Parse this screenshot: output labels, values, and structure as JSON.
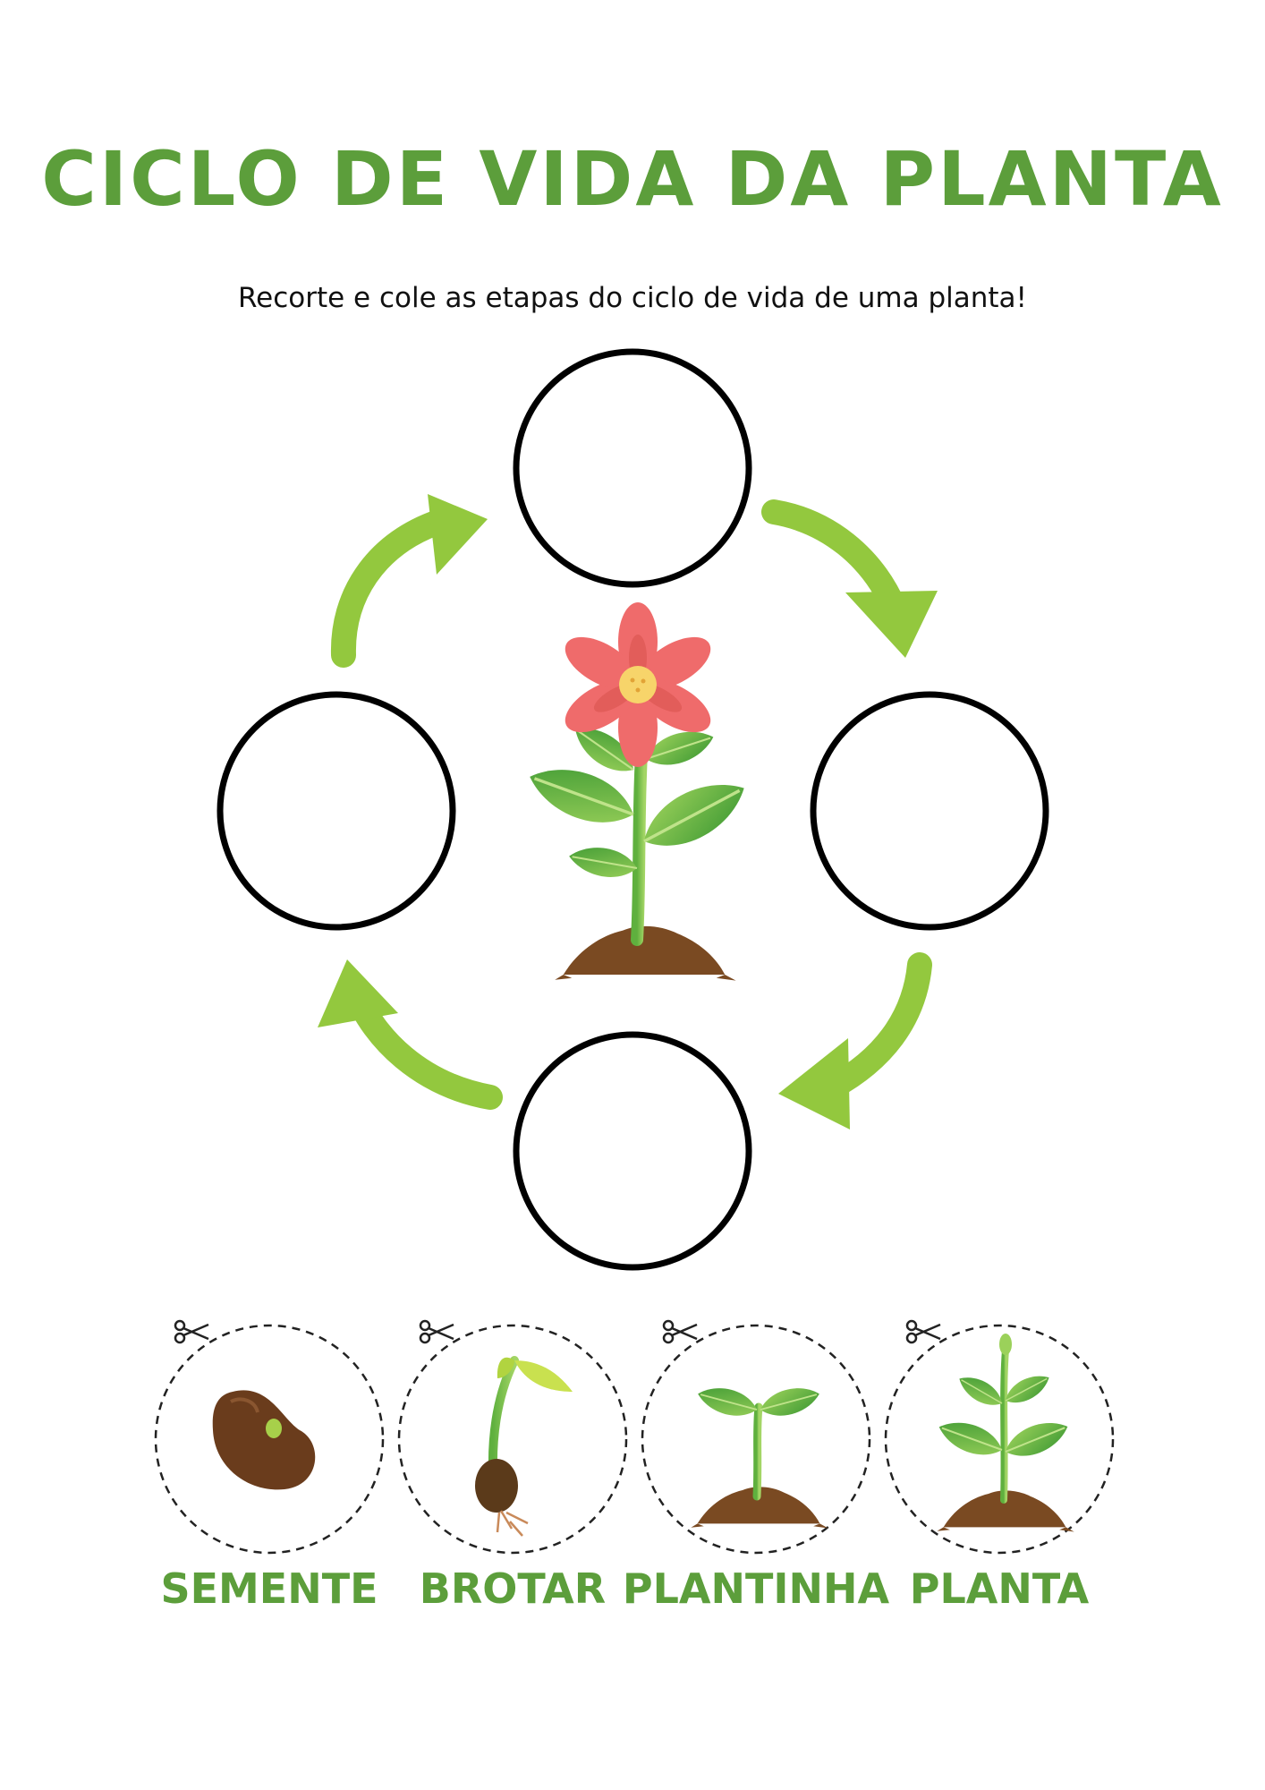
{
  "worksheet": {
    "title": "CICLO DE VIDA DA PLANTA",
    "subtitle": "Recorte e cole as etapas do ciclo de vida de uma planta!"
  },
  "cutouts": [
    {
      "label": "SEMENTE",
      "icon": "seed-icon"
    },
    {
      "label": "BROTAR",
      "icon": "sprout-icon"
    },
    {
      "label": "PLANTINHA",
      "icon": "seedling-icon"
    },
    {
      "label": "PLANTA",
      "icon": "young-plant-icon"
    }
  ],
  "colors": {
    "title_green": "#5c9e3b",
    "arrow_green": "#93c83e",
    "leaf_green": "#56a93a",
    "petal_red": "#ef6b6b",
    "soil_brown": "#7a4a22",
    "seed_brown": "#6a3c1c"
  }
}
